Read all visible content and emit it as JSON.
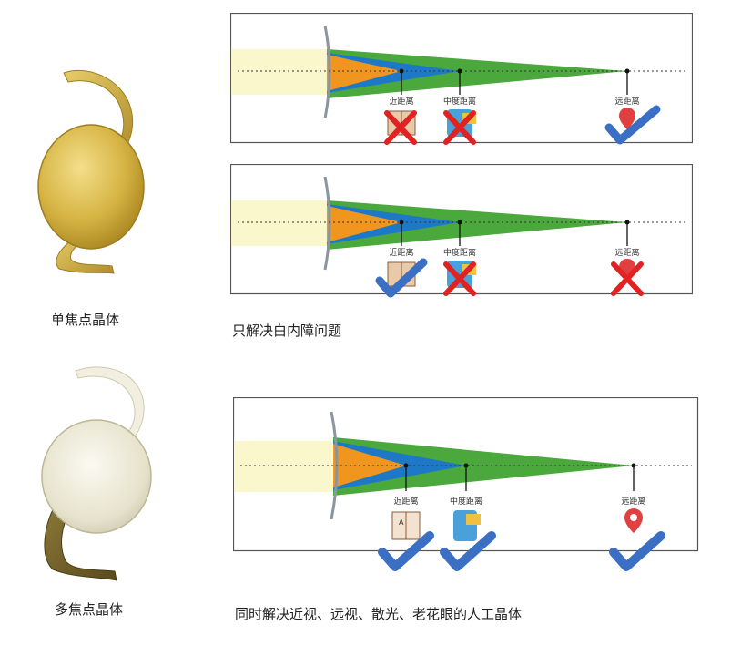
{
  "lenses": {
    "monofocal": {
      "label": "单焦点晶体",
      "color": "#d4b54a",
      "panels": [
        {
          "near": "wrong",
          "mid": "wrong",
          "far": "right"
        },
        {
          "near": "right",
          "mid": "wrong",
          "far": "wrong"
        }
      ],
      "caption": "只解决白内障问题"
    },
    "multifocal": {
      "label": "多焦点晶体",
      "color": "#e8e4d0",
      "panels": [
        {
          "near": "right",
          "mid": "right",
          "far": "right"
        }
      ],
      "caption": "同时解决近视、远视、散光、老花眼的人工晶体"
    }
  },
  "distances": {
    "near": "近距离",
    "mid": "中度距离",
    "far": "远距离"
  },
  "icons": {
    "near": "book-icon",
    "mid": "phone-icon",
    "far": "map-pin-icon",
    "right": "check-icon",
    "wrong": "cross-icon"
  },
  "colors": {
    "near_cone": "#f0961e",
    "mid_cone": "#1e78c8",
    "far_cone": "#4aa83c",
    "check": "#3a6fc4",
    "cross": "#e02222"
  }
}
